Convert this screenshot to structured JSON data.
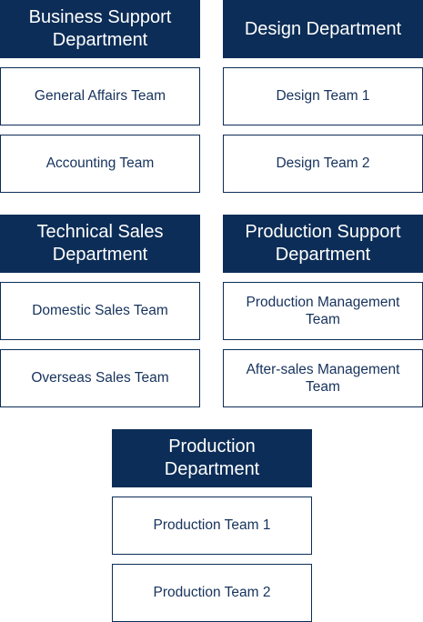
{
  "colors": {
    "department_bg": "#0c2d57",
    "department_text": "#ffffff",
    "team_border": "#0c2d57",
    "team_text": "#16325c"
  },
  "departments": [
    {
      "name": "Business Support Department",
      "teams": [
        "General Affairs Team",
        "Accounting Team"
      ]
    },
    {
      "name": "Design Department",
      "teams": [
        "Design Team 1",
        "Design Team 2"
      ]
    },
    {
      "name": "Technical Sales Department",
      "teams": [
        "Domestic Sales Team",
        "Overseas Sales Team"
      ]
    },
    {
      "name": "Production Support Department",
      "teams": [
        "Production Management Team",
        "After-sales Management Team"
      ]
    },
    {
      "name": "Production Department",
      "teams": [
        "Production Team 1",
        "Production Team 2"
      ]
    }
  ]
}
